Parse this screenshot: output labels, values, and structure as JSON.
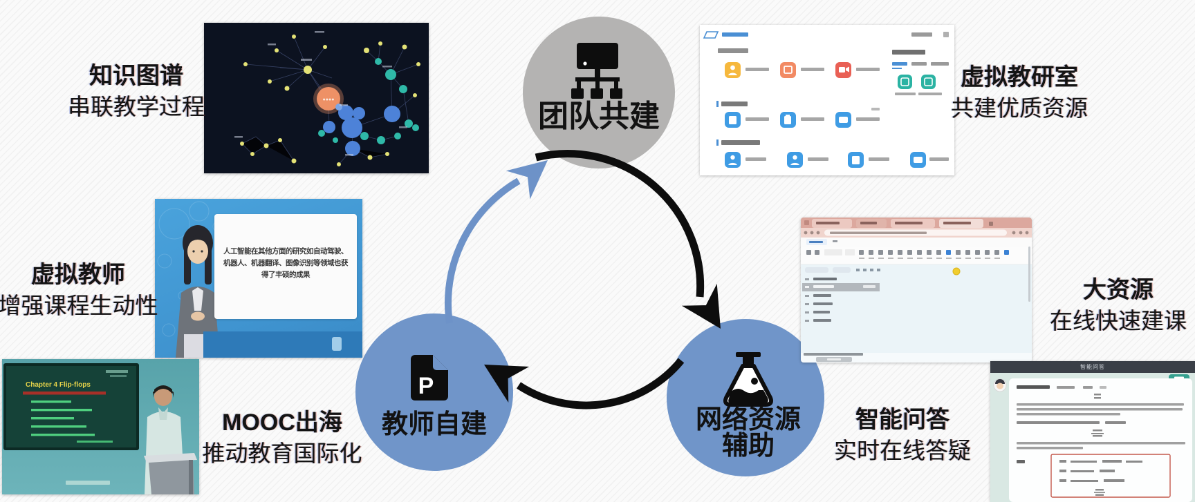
{
  "diagram": {
    "background_color": "#fafafa",
    "nodes": {
      "team": {
        "label": "团队共建",
        "icon": "org-chart-icon",
        "color": "#b4b3b2"
      },
      "teacher": {
        "label": "教师自建",
        "icon": "document-p-icon",
        "doc_letter": "P",
        "color": "#7095c9"
      },
      "network": {
        "label_line1": "网络资源",
        "label_line2": "辅助",
        "icon": "flask-icon",
        "color": "#7095c9"
      }
    },
    "arrows": {
      "black": "#0d0d0d",
      "blue": "#6d92c8"
    }
  },
  "callouts": {
    "knowledge_graph": {
      "title": "知识图谱",
      "subtitle": "串联教学过程"
    },
    "virtual_lab": {
      "title": "虚拟教研室",
      "subtitle": "共建优质资源"
    },
    "virtual_teacher": {
      "title": "虚拟教师",
      "subtitle": "增强课程生动性"
    },
    "mooc": {
      "title": "MOOC出海",
      "subtitle": "推动教育国际化"
    },
    "big_resource": {
      "title": "大资源",
      "subtitle": "在线快速建课"
    },
    "smart_qa": {
      "title": "智能问答",
      "subtitle": "实时在线答疑"
    }
  },
  "screenshots": {
    "virtual_teacher": {
      "slide_text": "人工智能在其他方面的研究如自动驾驶、机器人、机器翻译、图像识别等领域也获得了丰硕的成果"
    },
    "mooc_classroom": {
      "board_title": "Chapter 4 Flip-flops"
    },
    "smart_qa": {
      "window_title": "智能问答"
    }
  }
}
